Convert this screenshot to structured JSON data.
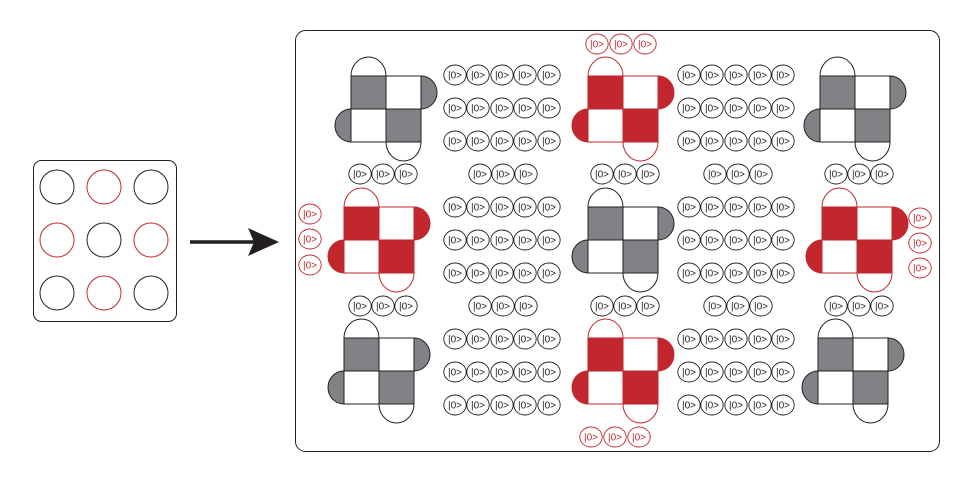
{
  "ket_label": "|0>",
  "colors": {
    "red": "#c1272d",
    "gray": "#808285",
    "black": "#231f20",
    "white": "#ffffff"
  },
  "source_grid": [
    [
      "black",
      "red",
      "black"
    ],
    [
      "red",
      "black",
      "red"
    ],
    [
      "black",
      "red",
      "black"
    ]
  ],
  "patch_grid": [
    [
      "gray",
      "red",
      "gray"
    ],
    [
      "red",
      "gray",
      "red"
    ],
    [
      "gray",
      "red",
      "gray"
    ]
  ]
}
